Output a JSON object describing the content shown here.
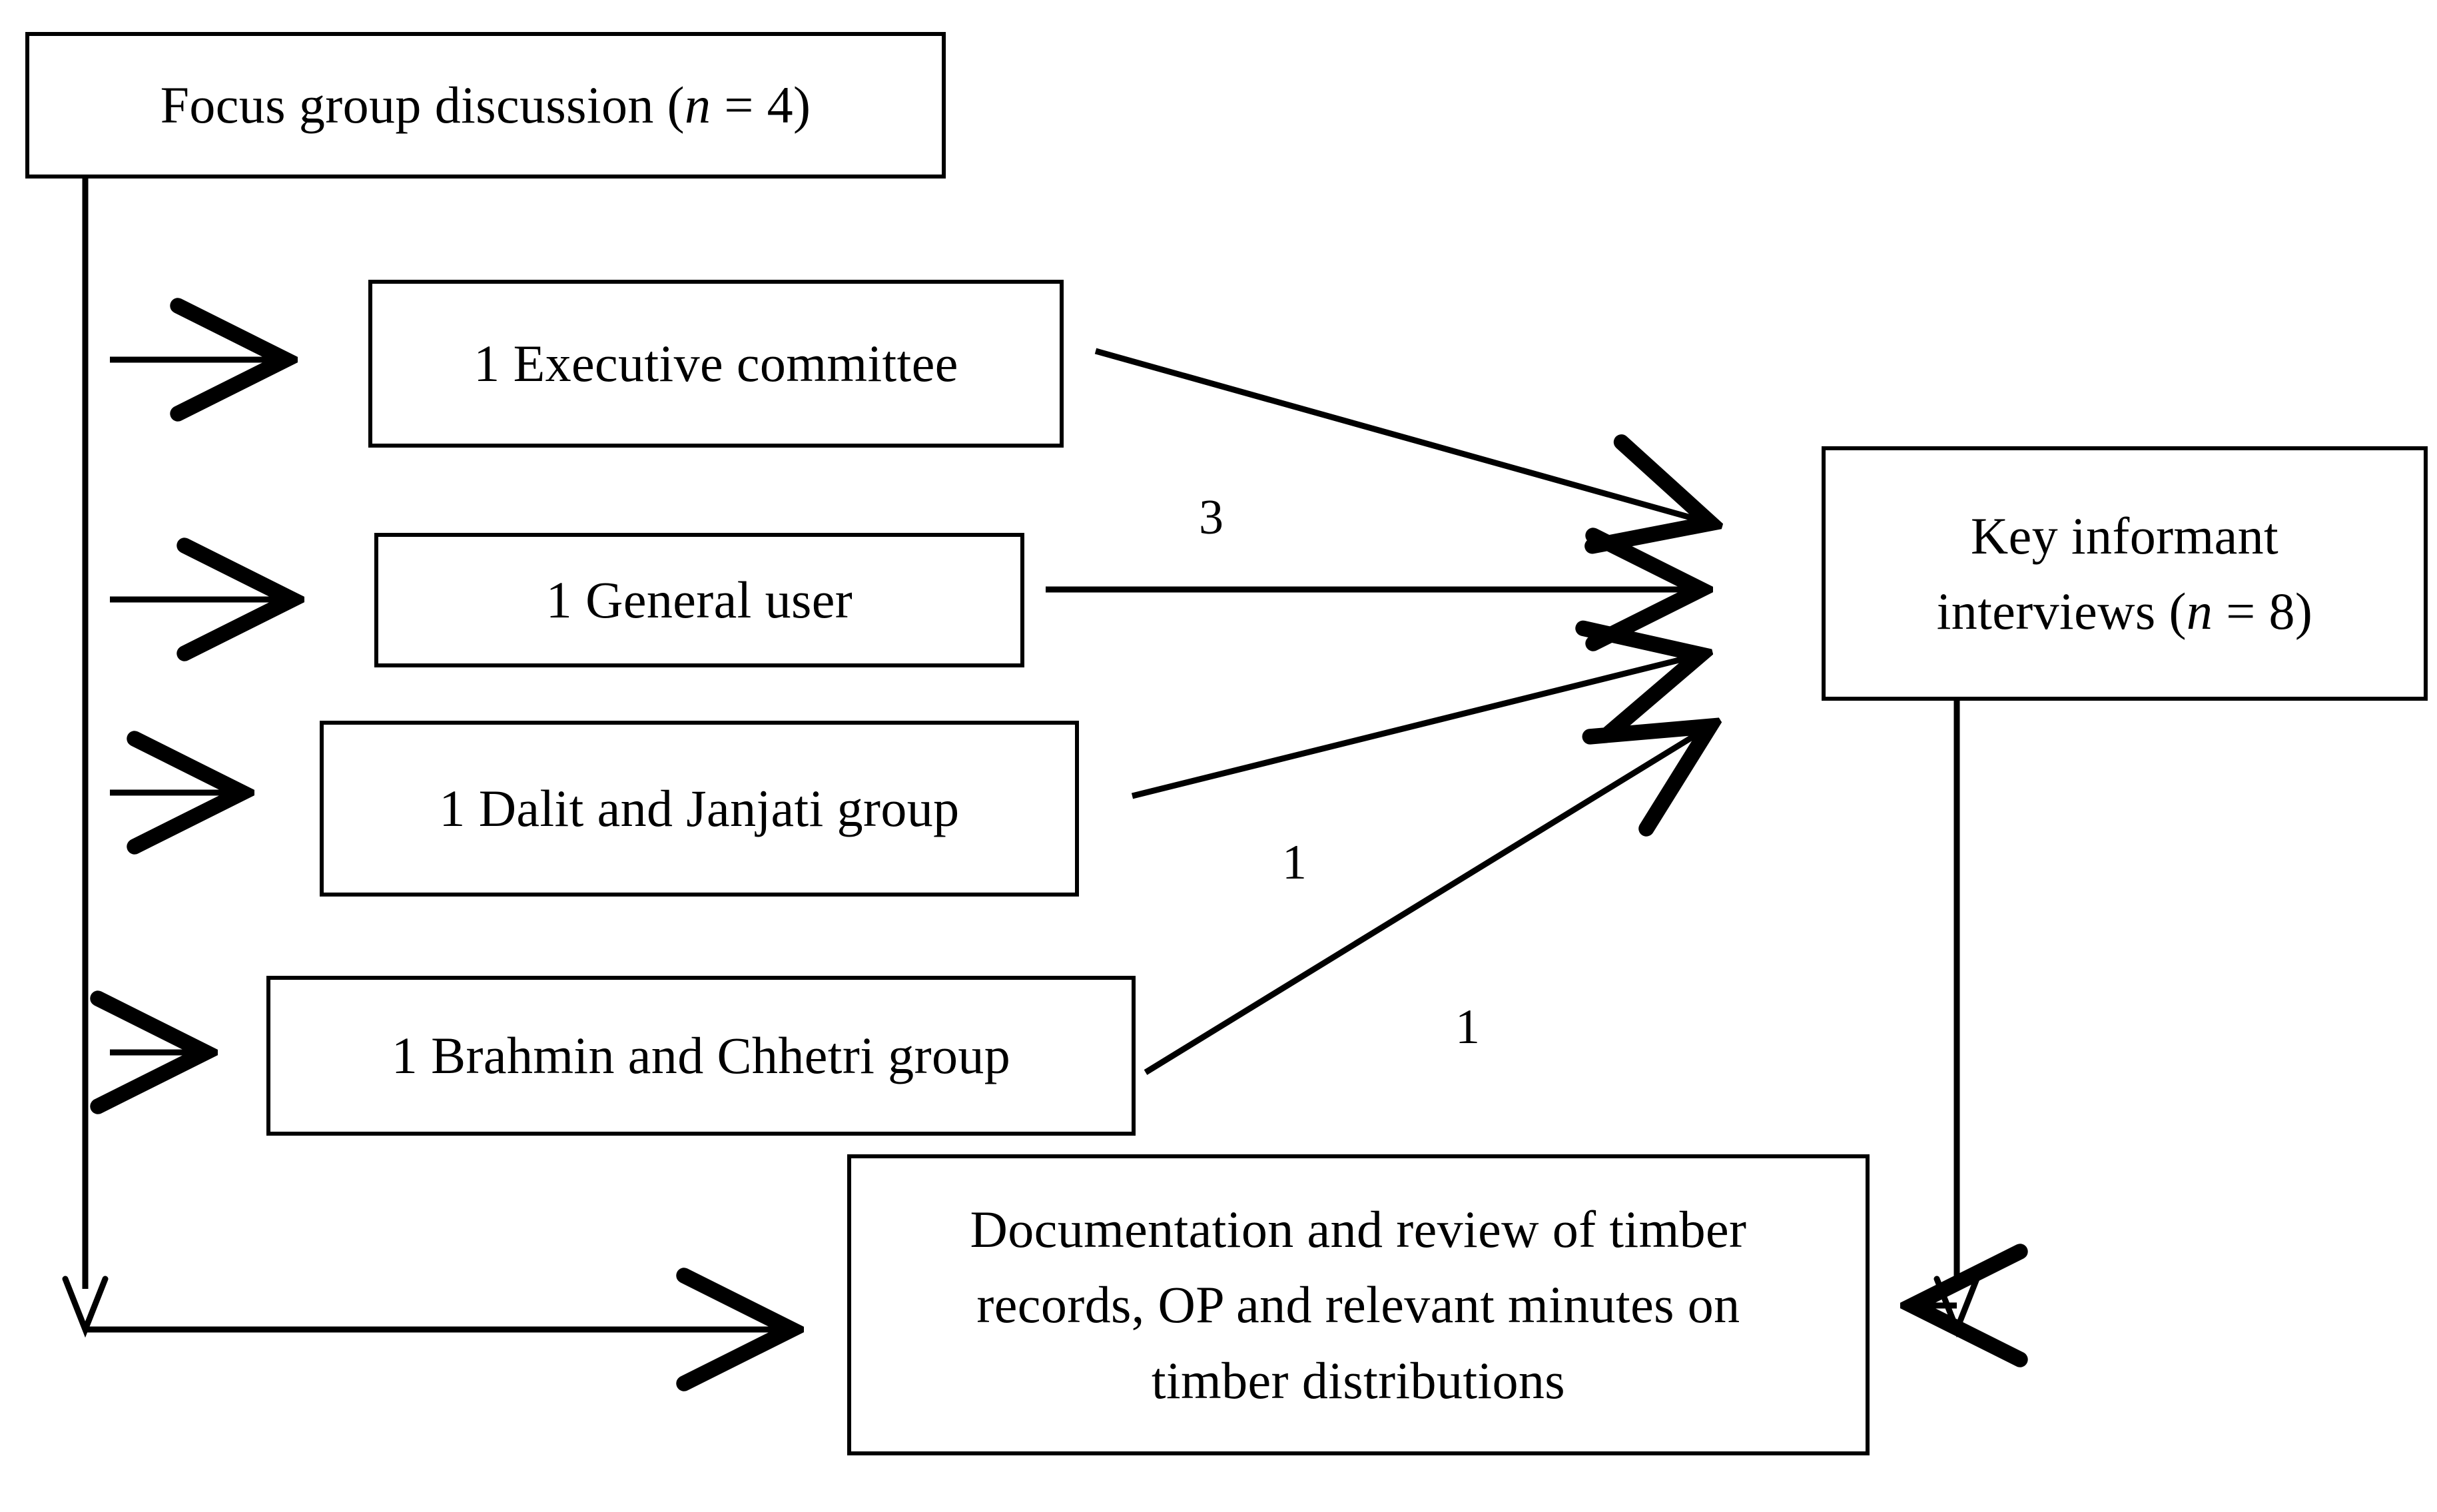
{
  "figure": {
    "type": "flow-diagram",
    "title": "",
    "background_color": "#ffffff",
    "line_color": "#000000",
    "text_color": "#000000"
  },
  "nodes": {
    "focus_group": {
      "label_prefix": "Focus group discussion (",
      "label_italic": "n",
      "label_suffix": " = 4)",
      "full_label": "Focus group discussion (n = 4)"
    },
    "executive_committee": {
      "full_label": "1 Executive committee"
    },
    "general_user": {
      "full_label": "1 General user"
    },
    "dalit_janjati": {
      "full_label": "1 Dalit and Janjati group"
    },
    "brahmin_chhetri": {
      "full_label": "1 Brahmin and Chhetri group"
    },
    "key_informant": {
      "line1": "Key informant",
      "label_prefix": "interviews (",
      "label_italic": "n",
      "label_suffix": " = 8)",
      "full_label": "Key informant interviews (n = 8)"
    },
    "documentation": {
      "line1": "Documentation and review of timber",
      "line2": "records, OP and relevant minutes on",
      "line3": "timber distributions",
      "full_label": "Documentation and review of timber records, OP and relevant minutes on timber distributions"
    }
  },
  "edge_labels": {
    "exec_to_key": "3",
    "dalit_to_key": "1",
    "brahmin_to_key": "1"
  },
  "edges": [
    {
      "from": "focus_group",
      "to": "executive_committee",
      "label": ""
    },
    {
      "from": "focus_group",
      "to": "general_user",
      "label": ""
    },
    {
      "from": "focus_group",
      "to": "dalit_janjati",
      "label": ""
    },
    {
      "from": "focus_group",
      "to": "brahmin_chhetri",
      "label": ""
    },
    {
      "from": "focus_group",
      "to": "documentation",
      "label": ""
    },
    {
      "from": "executive_committee",
      "to": "key_informant",
      "label": ""
    },
    {
      "from": "general_user",
      "to": "key_informant",
      "label": "3"
    },
    {
      "from": "dalit_janjati",
      "to": "key_informant",
      "label": "1"
    },
    {
      "from": "brahmin_chhetri",
      "to": "key_informant",
      "label": "1"
    },
    {
      "from": "key_informant",
      "to": "documentation",
      "label": ""
    }
  ]
}
